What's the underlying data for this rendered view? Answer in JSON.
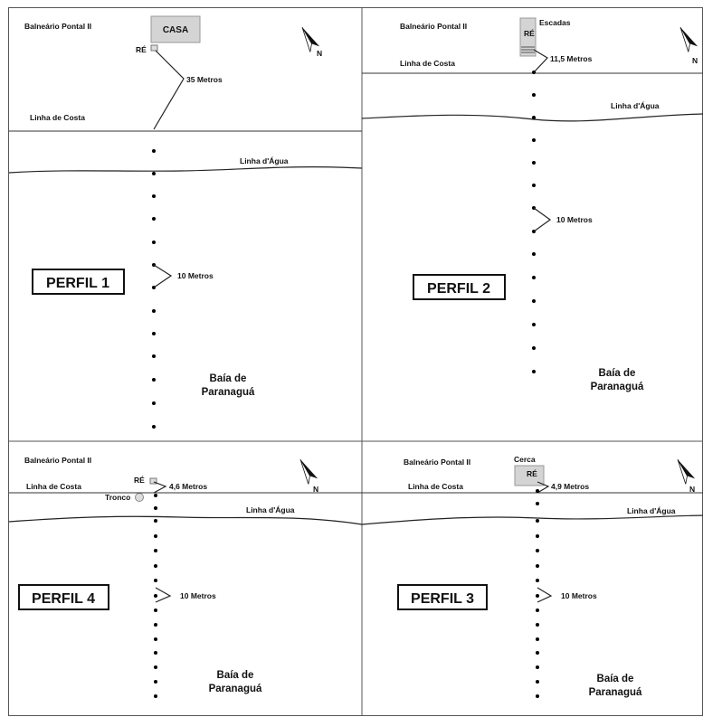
{
  "panels": [
    {
      "beach": "Balneário Pontal II",
      "landmark": "CASA",
      "re": "RÉ",
      "extra_label": "",
      "first_distance": "35 Metros",
      "coastline": "Linha de Costa",
      "waterline": "Linha d'Água",
      "spacing": "10 Metros",
      "title": "PERFIL 1",
      "bay": [
        "Baía de",
        "Paranaguá"
      ],
      "north": "N"
    },
    {
      "beach": "Balneário Pontal II",
      "landmark": "Escadas",
      "re": "RÉ",
      "extra_label": "",
      "first_distance": "11,5 Metros",
      "coastline": "Linha de Costa",
      "waterline": "Linha d'Água",
      "spacing": "10 Metros",
      "title": "PERFIL 2",
      "bay": [
        "Baía de",
        "Paranaguá"
      ],
      "north": "N"
    },
    {
      "beach": "Balneário Pontal II",
      "landmark": "",
      "re": "RÉ",
      "extra_label": "Tronco",
      "first_distance": "4,6 Metros",
      "coastline": "Linha de Costa",
      "waterline": "Linha d'Água",
      "spacing": "10 Metros",
      "title": "PERFIL 4",
      "bay": [
        "Baía de",
        "Paranaguá"
      ],
      "north": "N"
    },
    {
      "beach": "Balneário Pontal II",
      "landmark": "Cerca",
      "re": "RÉ",
      "extra_label": "",
      "first_distance": "4,9 Metros",
      "coastline": "Linha de Costa",
      "waterline": "Linha d'Água",
      "spacing": "10 Metros",
      "title": "PERFIL 3",
      "bay": [
        "Baía de",
        "Paranaguá"
      ],
      "north": "N"
    }
  ]
}
